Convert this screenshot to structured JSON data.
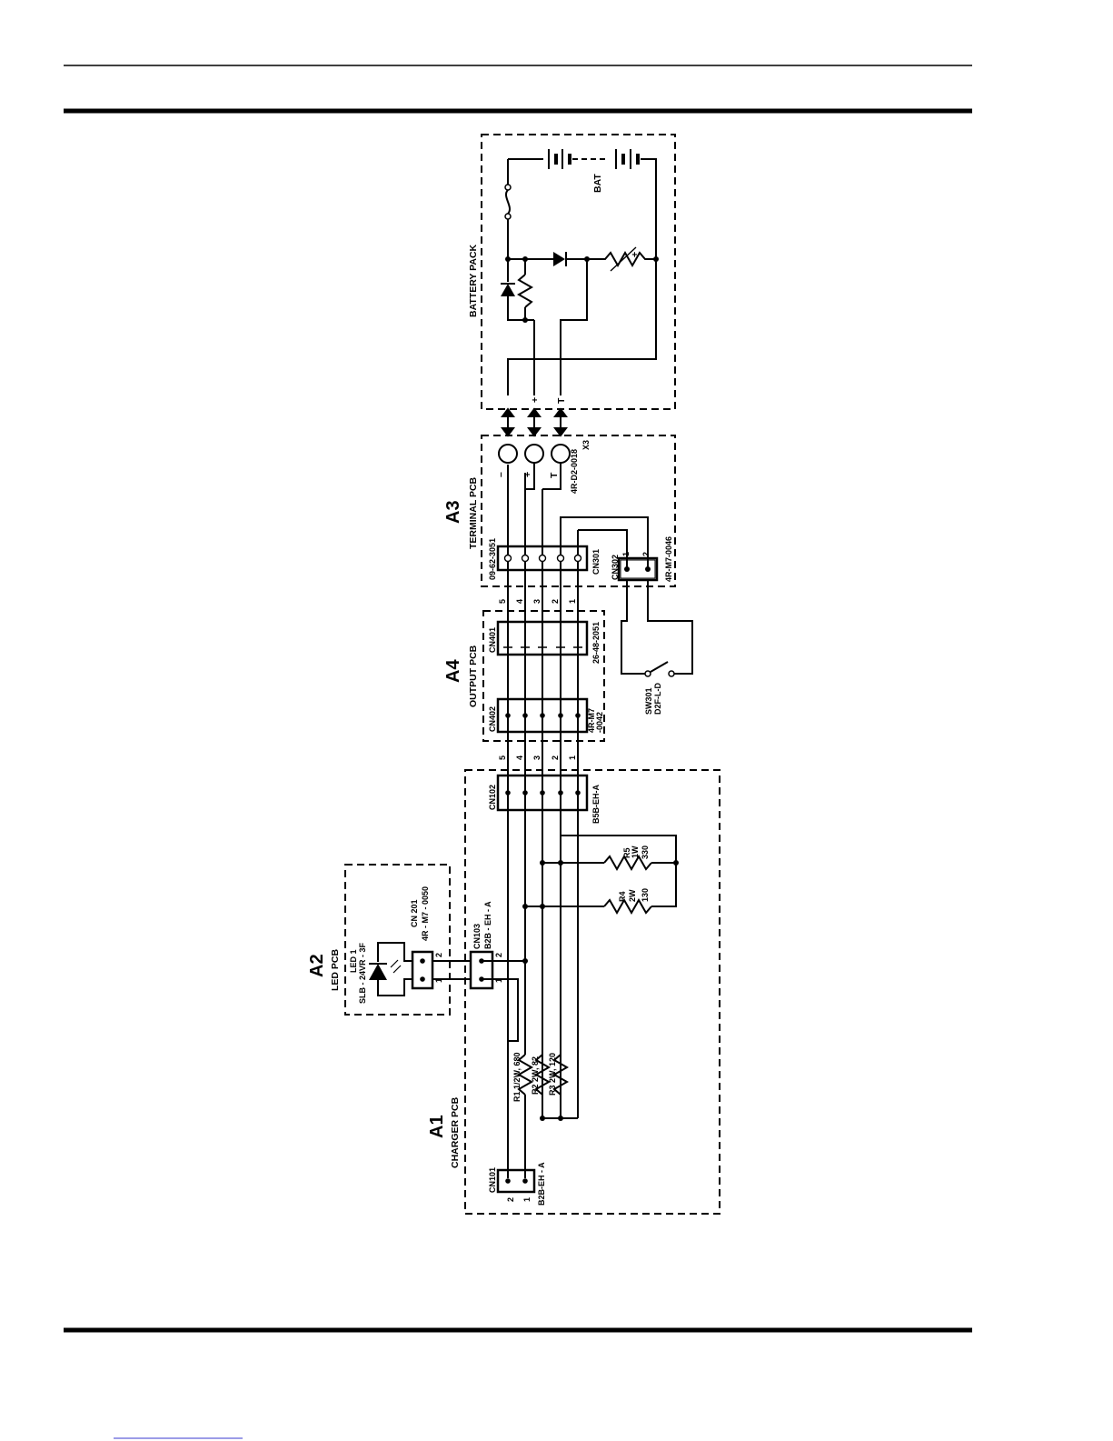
{
  "modules": {
    "a1": {
      "ref": "A1",
      "title": "CHARGER PCB"
    },
    "a2": {
      "ref": "A2",
      "title": "LED PCB"
    },
    "a3": {
      "ref": "A3",
      "title": "TERMINAL PCB"
    },
    "a4": {
      "ref": "A4",
      "title": "OUTPUT PCB"
    },
    "battery": {
      "title": "BATTERY PACK",
      "bat_label": "BAT"
    }
  },
  "connectors": {
    "cn101": {
      "name": "CN101",
      "part": "B2B-EH - A"
    },
    "cn103": {
      "name": "CN103",
      "part": "B2B - EH - A"
    },
    "cn102": {
      "name": "CN102",
      "part": "B5B-EH-A"
    },
    "cn201": {
      "name": "CN 201",
      "part": "4R - M7 - 0050"
    },
    "cn401": {
      "name": "CN401",
      "part": "26-48-2051"
    },
    "cn402": {
      "name": "CN402",
      "part_line1": "4R-M7",
      "part_line2": "-0042"
    },
    "cn301": {
      "name": "CN301",
      "part": "09-62-3051"
    },
    "cn302": {
      "name": "CN302",
      "part": "4R-M7-0046"
    },
    "x3": {
      "name": "X3",
      "part": "4R-D2-0018"
    }
  },
  "components": {
    "led1": {
      "name": "LED 1",
      "part": "SLB - 24VR - 3F"
    },
    "r1": "R1 1/2W, 680",
    "r2": "R2 2W, 82",
    "r3": "R3 2W, 120",
    "r4": {
      "name": "R4",
      "rating": "2W",
      "value": "130"
    },
    "r5": {
      "name": "R5",
      "rating": "1W",
      "value": "330"
    },
    "sw301": {
      "name": "SW301",
      "part": "D2F-L-D"
    }
  },
  "pin_numbers": {
    "one": "1",
    "two": "2",
    "three": "3",
    "four": "4",
    "five": "5"
  },
  "terminal_labels": {
    "minus": "–",
    "plus": "+",
    "t": "T"
  }
}
